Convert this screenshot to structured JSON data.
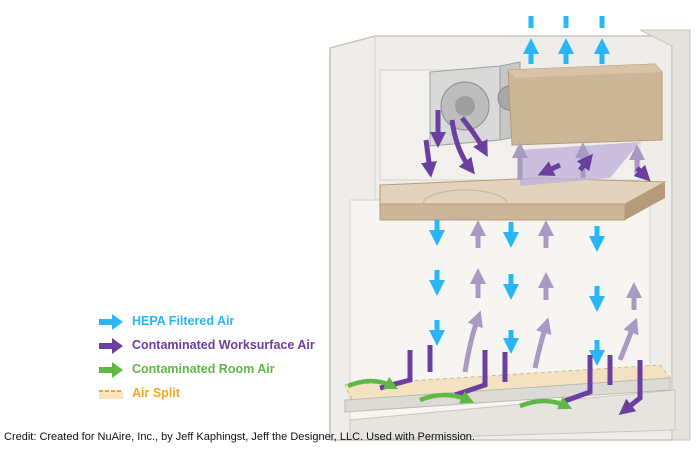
{
  "legend": {
    "items": [
      {
        "label": "HEPA Filtered Air",
        "color": "#29b6f6",
        "icon": "blue-arrow-icon"
      },
      {
        "label": "Contaminated Worksurface Air",
        "color": "#6a3fa0",
        "icon": "purple-arrow-icon"
      },
      {
        "label": "Contaminated Room Air",
        "color": "#5fb845",
        "icon": "green-arrow-icon"
      },
      {
        "label": "Air Split",
        "color": "#f5a623",
        "icon": "dashed-orange-icon"
      }
    ]
  },
  "credit": "Credit: Created for NuAire, Inc., by Jeff Kaphingst, Jeff the Designer, LLC. Used with Permission.",
  "colors": {
    "cabinet": "#e9e7e2",
    "cabinet_edge": "#c9c6bf",
    "tan": "#cdb597",
    "tan_dark": "#b69b7b",
    "blue": "#29b6f6",
    "purple": "#6a3fa0",
    "lavender": "#a89ac2",
    "green": "#5fb845",
    "orange": "#f5a623"
  }
}
